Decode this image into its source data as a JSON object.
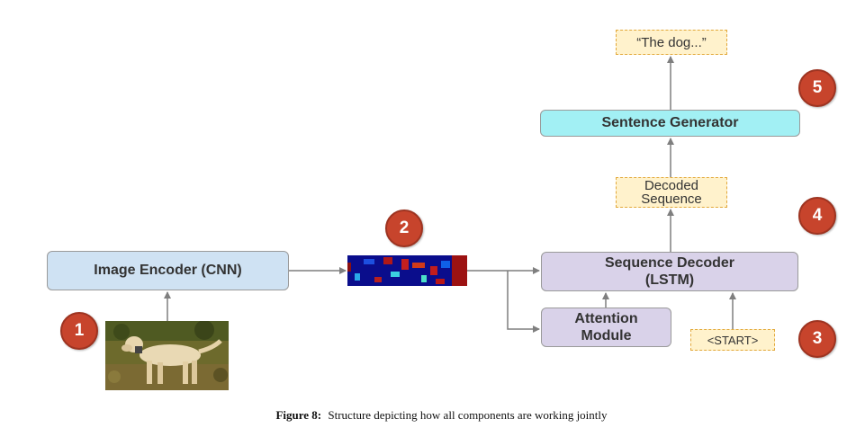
{
  "diagram": {
    "nodes": {
      "image_encoder": "Image Encoder (CNN)",
      "sequence_decoder_line1": "Sequence Decoder",
      "sequence_decoder_line2": "(LSTM)",
      "attention_line1": "Attention",
      "attention_line2": "Module",
      "sentence_generator": "Sentence Generator"
    },
    "notes": {
      "output_text": "“The dog...”",
      "decoded_line1": "Decoded",
      "decoded_line2": "Sequence",
      "start_token": "<START>"
    },
    "badges": [
      "1",
      "2",
      "3",
      "4",
      "5"
    ],
    "colors": {
      "badge": "#c7442c",
      "encoder_fill": "#cfe2f3",
      "lstm_fill": "#d9d2e9",
      "generator_fill": "#a2f0f4",
      "note_fill": "#fff2cc",
      "note_border": "#e2a83a",
      "arrow": "#7f7f7f"
    }
  },
  "caption": {
    "label": "Figure 8:",
    "text": "Structure depicting how all components are working jointly"
  }
}
